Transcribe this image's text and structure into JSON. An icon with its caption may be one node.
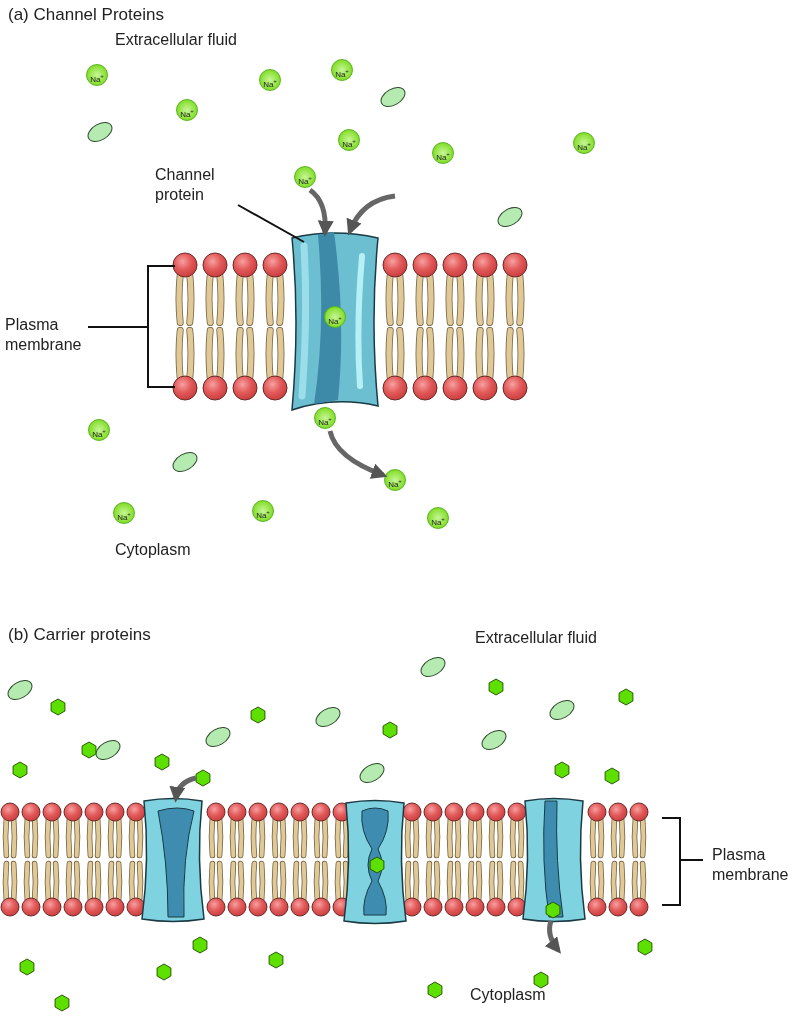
{
  "diagram": {
    "nodes": [
      {
        "text": [
          "Na$^{+}$"
        ]
      },
      {
        "text": [
          "Na$^{+}$"
        ]
      },
      {
        "text": [
          "Na$^{+}$"
        ]
      },
      {
        "text": [
          "Na$^{+}$"
        ]
      },
      {
        "text": [
          "Na$^{+}$"
        ]
      },
      {
        "text": [
          "Na$^{+}$"
        ]
      },
      {
        "text": [
          "Na$^{+}$"
        ]
      },
      {
        "text": [
          "Na$^{+}$"
        ]
      },
      {
        "text": [
          "Channel protein"
        ]
      },
      {
        "text": [],
        "shape": "picture"
      },
      {
        "text": [
          "Na$^{+}$"
        ],
        "in": 9
      },
      {
        "text": [
          "Na$^{+}$"
        ]
      },
      {
        "text": [
          "Na$^{+}$"
        ]
      },
      {
        "text": [
          "Na$^{+}$"
        ]
      },
      {
        "text": [
          "Na$^{+}$"
        ]
      },
      {
        "text": [
          "Na$^{+}$"
        ]
      },
      {
        "text": [
          "Na$^{+}$"
        ]
      },
      {
        "text": [],
        "shape": "hexagon"
      },
      {
        "text": [],
        "shape": "picture"
      },
      {
        "text": [],
        "shape": "picture"
      },
      {
        "text": [],
        "shape": "picture"
      },
      {
        "text": [],
        "shape": "hexagon",
        "in": 20
      }
    ],
    "edges": [
      {
        "from": 8,
        "to": 9,
        "arrow": "none"
      },
      {
        "from": 7,
        "to": 9,
        "arrow": "to"
      },
      {
        "from": null,
        "to": 9,
        "arrow": "to"
      },
      {
        "from": 11,
        "to": 13,
        "arrow": "to"
      },
      {
        "from": 17,
        "to": 18,
        "arrow": "to"
      },
      {
        "from": 21,
        "to": null,
        "arrow": "to"
      }
    ],
    "labels": [
      "(a) Channel Proteins",
      "Extracellular fluid",
      "Plasma membrane",
      "Cytoplasm",
      "(b) Carrier proteins",
      "Extracellular fluid",
      "Plasma membrane",
      "Cytoplasm"
    ]
  }
}
